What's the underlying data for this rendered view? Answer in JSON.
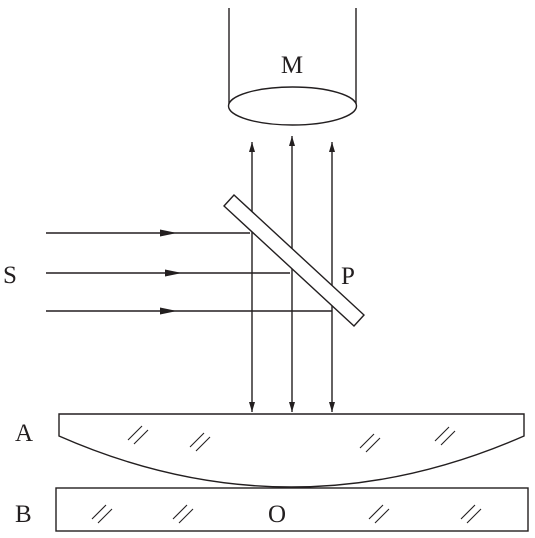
{
  "labels": {
    "microscope": "M",
    "source": "S",
    "plate": "P",
    "lens": "A",
    "flat_glass": "B",
    "contact_point": "O"
  },
  "colors": {
    "ink": "#231f20",
    "background": "#ffffff"
  }
}
